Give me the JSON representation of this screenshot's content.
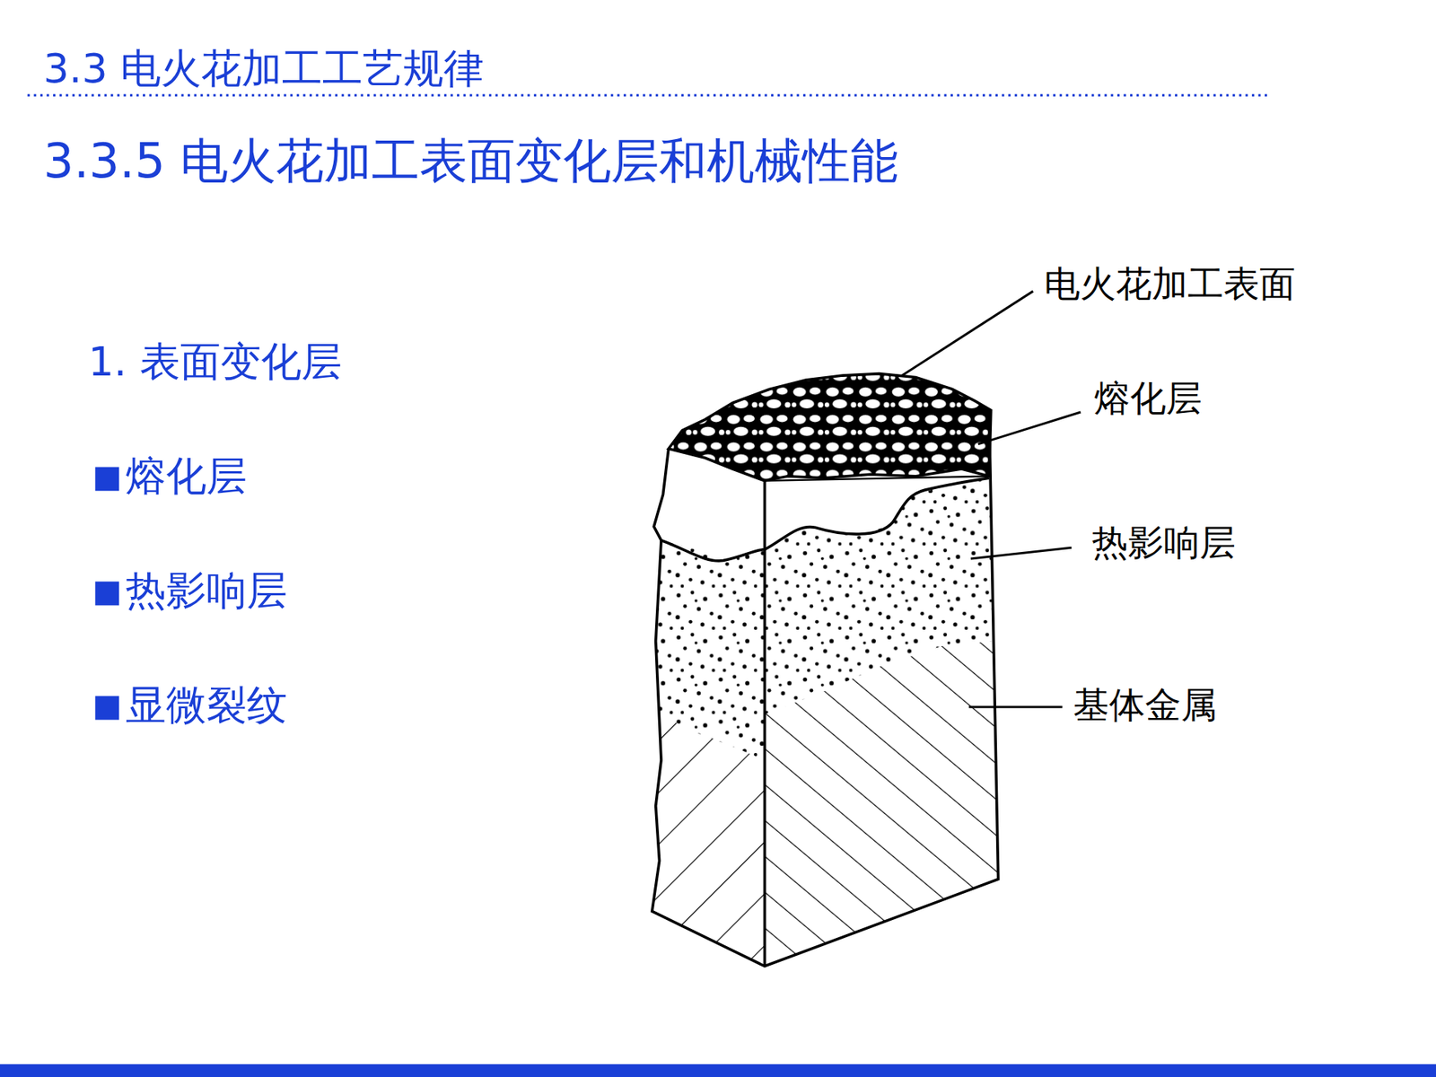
{
  "diagram": {
    "title": "3.3 电火花加工工艺规律",
    "labels": [
      "3.3.5 电火花加工表面变化层和机械性能",
      "1. 表面变化层",
      "熔化层",
      "热影响层",
      "显微裂纹",
      "电火花加工表面",
      "熔化层",
      "热影响层",
      "基体金属"
    ]
  }
}
